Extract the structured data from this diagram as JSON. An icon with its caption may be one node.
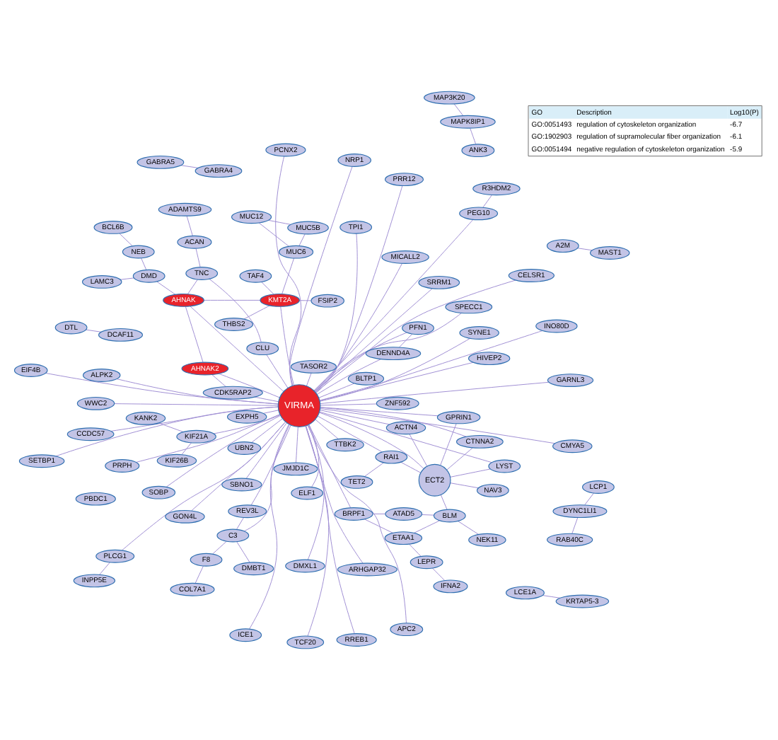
{
  "diagram": {
    "nodes": [
      {
        "text": [
          "A2M"
        ]
      },
      {
        "text": [
          "MAST1"
        ]
      },
      {
        "text": [
          "F8"
        ]
      },
      {
        "text": [
          "DMBT1"
        ]
      },
      {
        "text": [
          "GABRA5"
        ]
      },
      {
        "text": [
          "GABRA4"
        ]
      },
      {
        "text": [
          "INPP5E"
        ]
      },
      {
        "text": [
          "KANK2"
        ]
      },
      {
        "text": [
          "COL7A1"
        ]
      },
      {
        "text": [
          "C3"
        ]
      },
      {
        "text": [
          "PLCG1"
        ]
      },
      {
        "text": [
          "TTBK2"
        ]
      },
      {
        "text": [
          "REV3L"
        ]
      },
      {
        "text": [
          "DMXL1"
        ]
      },
      {
        "text": [
          "ICE1"
        ]
      },
      {
        "text": [
          "KIF26B"
        ]
      },
      {
        "text": [
          "KIF21A"
        ]
      },
      {
        "text": [
          "SYNE1"
        ]
      },
      {
        "text": [
          "NRP1"
        ]
      },
      {
        "text": [
          "ELF1"
        ]
      },
      {
        "text": [
          "ARHGAP32"
        ]
      },
      {
        "text": [
          "EIF4B"
        ]
      },
      {
        "text": [
          "UBN2"
        ]
      },
      {
        "text": [
          "WWC2"
        ]
      },
      {
        "text": [
          "PFN1"
        ]
      },
      {
        "text": [
          "THBS2"
        ]
      },
      {
        "text": [
          "TAF4"
        ]
      },
      {
        "text": [
          "BLTP1"
        ]
      },
      {
        "text": [
          "TPI1"
        ]
      },
      {
        "text": [
          "RREB1"
        ]
      },
      {
        "text": [
          "DENND4A"
        ]
      },
      {
        "text": [
          "MUC12"
        ]
      },
      {
        "text": [
          "GON4L"
        ]
      },
      {
        "text": [
          "MUC5B"
        ]
      },
      {
        "text": [
          "R3HDM2"
        ]
      },
      {
        "text": [
          "PEG10"
        ]
      },
      {
        "text": [
          "FSIP2"
        ]
      },
      {
        "text": [
          "EXPH5"
        ]
      },
      {
        "text": [
          "SRRM1"
        ]
      },
      {
        "text": [
          "APC2"
        ]
      },
      {
        "text": [
          "KMT2A"
        ]
      },
      {
        "text": [
          "MUC6"
        ]
      },
      {
        "text": [
          "PRPH"
        ]
      },
      {
        "text": [
          "VIRMA"
        ]
      },
      {
        "text": [
          "PCNX2"
        ]
      },
      {
        "text": [
          "TASOR2"
        ]
      },
      {
        "text": [
          "CCDC57"
        ]
      },
      {
        "text": [
          "INO80D"
        ]
      },
      {
        "text": [
          "ZNF592"
        ]
      },
      {
        "text": [
          "SOBP"
        ]
      },
      {
        "text": [
          "CMYA5"
        ]
      },
      {
        "text": [
          "AHNAK2"
        ]
      },
      {
        "text": [
          "CTNNA2"
        ]
      },
      {
        "text": [
          "GARNL3"
        ]
      },
      {
        "text": [
          "SBNO1"
        ]
      },
      {
        "text": [
          "SPECC1"
        ]
      },
      {
        "text": [
          "PRR12"
        ]
      },
      {
        "text": [
          "ACTN4"
        ]
      },
      {
        "text": [
          "PBDC1"
        ]
      },
      {
        "text": [
          "LCE1A"
        ]
      },
      {
        "text": [
          "DTL"
        ]
      },
      {
        "text": [
          "AHNAK"
        ]
      },
      {
        "text": [
          "TCF20"
        ]
      },
      {
        "text": [
          "JMJD1C"
        ]
      },
      {
        "text": [
          "ALPK2"
        ]
      },
      {
        "text": [
          "LYST"
        ]
      },
      {
        "text": [
          "TNC"
        ]
      },
      {
        "text": [
          "CDK5RAP2"
        ]
      },
      {
        "text": [
          "MICALL2"
        ]
      },
      {
        "text": [
          "SETBP1"
        ]
      },
      {
        "text": [
          "RAI1"
        ]
      },
      {
        "text": [
          "HIVEP2"
        ]
      },
      {
        "text": [
          "TET2"
        ]
      },
      {
        "text": [
          "KRTAP5-3"
        ]
      },
      {
        "text": [
          "DCAF11"
        ]
      },
      {
        "text": [
          "CELSR1"
        ]
      },
      {
        "text": [
          "GPRIN1"
        ]
      },
      {
        "text": [
          "BRPF1"
        ]
      },
      {
        "text": [
          "ACAN"
        ]
      },
      {
        "text": [
          "ECT2"
        ]
      },
      {
        "text": [
          "ADAMTS9"
        ]
      },
      {
        "text": [
          "CLU"
        ]
      },
      {
        "text": [
          "NAV3"
        ]
      },
      {
        "text": [
          "BLM"
        ]
      },
      {
        "text": [
          "ETAA1"
        ]
      },
      {
        "text": [
          "BCL6B"
        ]
      },
      {
        "text": [
          "ATAD5"
        ]
      },
      {
        "text": [
          "DMD"
        ]
      },
      {
        "text": [
          "DYNC1LI1"
        ]
      },
      {
        "text": [
          "LCP1"
        ]
      },
      {
        "text": [
          "LEPR"
        ]
      },
      {
        "text": [
          "MAP3K20"
        ]
      },
      {
        "text": [
          "MAPK8IP1"
        ]
      },
      {
        "text": [
          "NEK11"
        ]
      },
      {
        "text": [
          "LAMC3"
        ]
      },
      {
        "text": [
          "RAB40C"
        ]
      },
      {
        "text": [
          "NEB"
        ]
      },
      {
        "text": [
          "ANK3"
        ]
      },
      {
        "text": [
          "IFNA2"
        ]
      }
    ],
    "edges": [
      {
        "from": 0,
        "to": 1,
        "arrow": "none"
      },
      {
        "from": 2,
        "to": 9,
        "arrow": "none"
      },
      {
        "from": 2,
        "to": 8,
        "arrow": "none"
      },
      {
        "from": 3,
        "to": 9,
        "arrow": "none"
      },
      {
        "from": 4,
        "to": 5,
        "arrow": "none"
      },
      {
        "from": 6,
        "to": 10,
        "arrow": "none"
      },
      {
        "from": 7,
        "to": 16,
        "arrow": "none"
      },
      {
        "from": 15,
        "to": 16,
        "arrow": "none"
      },
      {
        "from": 9,
        "to": 12,
        "arrow": "none"
      },
      {
        "from": 12,
        "to": 43,
        "arrow": "none"
      },
      {
        "from": 9,
        "to": 43,
        "arrow": "none"
      },
      {
        "from": 10,
        "to": 43,
        "arrow": "none"
      },
      {
        "from": 11,
        "to": 43,
        "arrow": "none"
      },
      {
        "from": 13,
        "to": 43,
        "arrow": "none"
      },
      {
        "from": 14,
        "to": 43,
        "arrow": "none"
      },
      {
        "from": 16,
        "to": 43,
        "arrow": "none"
      },
      {
        "from": 17,
        "to": 43,
        "arrow": "none"
      },
      {
        "from": 18,
        "to": 43,
        "arrow": "none"
      },
      {
        "from": 19,
        "to": 43,
        "arrow": "none"
      },
      {
        "from": 20,
        "to": 43,
        "arrow": "none"
      },
      {
        "from": 21,
        "to": 43,
        "arrow": "none"
      },
      {
        "from": 22,
        "to": 43,
        "arrow": "none"
      },
      {
        "from": 23,
        "to": 43,
        "arrow": "none"
      },
      {
        "from": 24,
        "to": 30,
        "arrow": "none"
      },
      {
        "from": 24,
        "to": 43,
        "arrow": "none"
      },
      {
        "from": 25,
        "to": 40,
        "arrow": "none"
      },
      {
        "from": 26,
        "to": 40,
        "arrow": "none"
      },
      {
        "from": 27,
        "to": 43,
        "arrow": "none"
      },
      {
        "from": 28,
        "to": 43,
        "arrow": "none"
      },
      {
        "from": 29,
        "to": 43,
        "arrow": "none"
      },
      {
        "from": 30,
        "to": 43,
        "arrow": "none"
      },
      {
        "from": 33,
        "to": 31,
        "arrow": "none"
      },
      {
        "from": 31,
        "to": 41,
        "arrow": "none"
      },
      {
        "from": 33,
        "to": 41,
        "arrow": "none"
      },
      {
        "from": 32,
        "to": 43,
        "arrow": "none"
      },
      {
        "from": 34,
        "to": 35,
        "arrow": "none"
      },
      {
        "from": 35,
        "to": 43,
        "arrow": "none"
      },
      {
        "from": 36,
        "to": 40,
        "arrow": "none"
      },
      {
        "from": 37,
        "to": 43,
        "arrow": "none"
      },
      {
        "from": 38,
        "to": 43,
        "arrow": "none"
      },
      {
        "from": 39,
        "to": 43,
        "arrow": "none"
      },
      {
        "from": 40,
        "to": 43,
        "arrow": "none"
      },
      {
        "from": 41,
        "to": 40,
        "arrow": "none"
      },
      {
        "from": 42,
        "to": 43,
        "arrow": "none"
      },
      {
        "from": 43,
        "to": 44,
        "arrow": "none"
      },
      {
        "from": 43,
        "to": 45,
        "arrow": "none"
      },
      {
        "from": 46,
        "to": 43,
        "arrow": "none"
      },
      {
        "from": 47,
        "to": 43,
        "arrow": "none"
      },
      {
        "from": 48,
        "to": 43,
        "arrow": "none"
      },
      {
        "from": 40,
        "to": 61,
        "arrow": "none"
      },
      {
        "from": 49,
        "to": 43,
        "arrow": "none"
      },
      {
        "from": 50,
        "to": 43,
        "arrow": "none"
      },
      {
        "from": 51,
        "to": 43,
        "arrow": "none"
      },
      {
        "from": 52,
        "to": 43,
        "arrow": "none"
      },
      {
        "from": 53,
        "to": 43,
        "arrow": "none"
      },
      {
        "from": 54,
        "to": 43,
        "arrow": "none"
      },
      {
        "from": 55,
        "to": 43,
        "arrow": "none"
      },
      {
        "from": 56,
        "to": 43,
        "arrow": "none"
      },
      {
        "from": 57,
        "to": 43,
        "arrow": "none"
      },
      {
        "from": 59,
        "to": 73,
        "arrow": "none"
      },
      {
        "from": 60,
        "to": 74,
        "arrow": "none"
      },
      {
        "from": 61,
        "to": 43,
        "arrow": "none"
      },
      {
        "from": 51,
        "to": 61,
        "arrow": "none"
      },
      {
        "from": 51,
        "to": 67,
        "arrow": "none"
      },
      {
        "from": 62,
        "to": 43,
        "arrow": "none"
      },
      {
        "from": 63,
        "to": 43,
        "arrow": "none"
      },
      {
        "from": 64,
        "to": 43,
        "arrow": "none"
      },
      {
        "from": 65,
        "to": 43,
        "arrow": "none"
      },
      {
        "from": 66,
        "to": 61,
        "arrow": "none"
      },
      {
        "from": 66,
        "to": 78,
        "arrow": "none"
      },
      {
        "from": 66,
        "to": 81,
        "arrow": "none"
      },
      {
        "from": 67,
        "to": 43,
        "arrow": "none"
      },
      {
        "from": 68,
        "to": 43,
        "arrow": "none"
      },
      {
        "from": 69,
        "to": 43,
        "arrow": "none"
      },
      {
        "from": 70,
        "to": 43,
        "arrow": "none"
      },
      {
        "from": 70,
        "to": 72,
        "arrow": "none"
      },
      {
        "from": 71,
        "to": 43,
        "arrow": "none"
      },
      {
        "from": 75,
        "to": 43,
        "arrow": "none"
      },
      {
        "from": 81,
        "to": 43,
        "arrow": "none"
      },
      {
        "from": 76,
        "to": 43,
        "arrow": "none"
      },
      {
        "from": 79,
        "to": 43,
        "arrow": "none"
      },
      {
        "from": 79,
        "to": 52,
        "arrow": "none"
      },
      {
        "from": 79,
        "to": 57,
        "arrow": "none"
      },
      {
        "from": 70,
        "to": 79,
        "arrow": "none"
      },
      {
        "from": 76,
        "to": 79,
        "arrow": "none"
      },
      {
        "from": 77,
        "to": 43,
        "arrow": "none"
      },
      {
        "from": 77,
        "to": 84,
        "arrow": "none"
      },
      {
        "from": 77,
        "to": 86,
        "arrow": "none"
      },
      {
        "from": 78,
        "to": 80,
        "arrow": "none"
      },
      {
        "from": 79,
        "to": 82,
        "arrow": "none"
      },
      {
        "from": 79,
        "to": 83,
        "arrow": "none"
      },
      {
        "from": 79,
        "to": 65,
        "arrow": "none"
      },
      {
        "from": 83,
        "to": 84,
        "arrow": "none"
      },
      {
        "from": 83,
        "to": 86,
        "arrow": "none"
      },
      {
        "from": 83,
        "to": 93,
        "arrow": "none"
      },
      {
        "from": 84,
        "to": 90,
        "arrow": "none"
      },
      {
        "from": 90,
        "to": 98,
        "arrow": "none"
      },
      {
        "from": 85,
        "to": 96,
        "arrow": "none"
      },
      {
        "from": 87,
        "to": 94,
        "arrow": "none"
      },
      {
        "from": 87,
        "to": 96,
        "arrow": "none"
      },
      {
        "from": 61,
        "to": 87,
        "arrow": "none"
      },
      {
        "from": 88,
        "to": 89,
        "arrow": "none"
      },
      {
        "from": 88,
        "to": 95,
        "arrow": "none"
      },
      {
        "from": 91,
        "to": 92,
        "arrow": "none"
      },
      {
        "from": 92,
        "to": 97,
        "arrow": "none"
      }
    ],
    "labels": [
      "GO",
      "Description",
      "Log10(P)",
      "GO:0051493",
      "regulation of cytoskeleton organization",
      "-6.7",
      "GO:1902903",
      "regulation of supramolecular fiber organization",
      "-6.1",
      "GO:0051494",
      "negative regulation of cytoskeleton organization",
      "-5.9"
    ]
  }
}
